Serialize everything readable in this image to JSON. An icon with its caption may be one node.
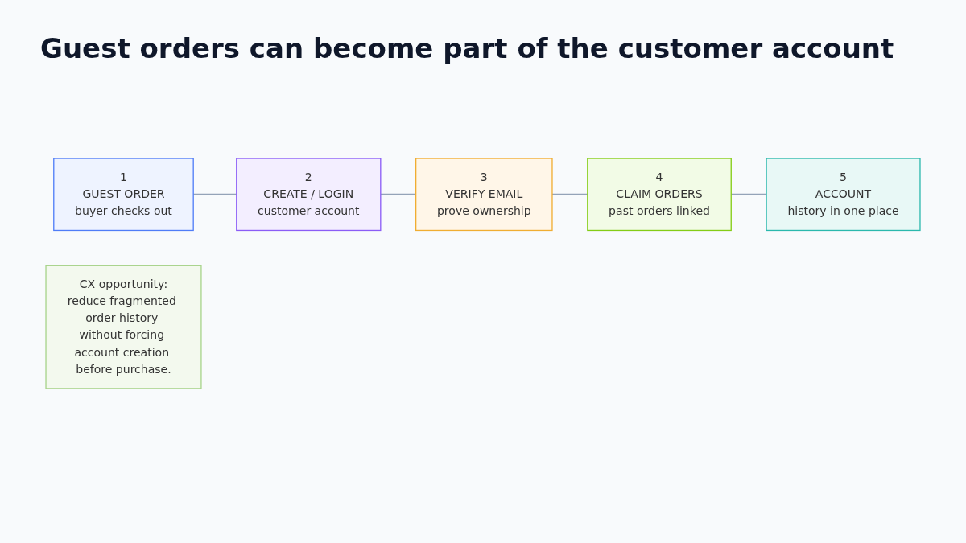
{
  "diagram": {
    "title": "Guest orders can become part of the customer account",
    "nodes": [
      {
        "text": [
          "1",
          "GUEST ORDER",
          "buyer checks out"
        ]
      },
      {
        "text": [
          "2",
          "CREATE / LOGIN",
          "customer account"
        ]
      },
      {
        "text": [
          "3",
          "VERIFY EMAIL",
          "prove ownership"
        ]
      },
      {
        "text": [
          "4",
          "CLAIM ORDERS",
          "past orders linked"
        ]
      },
      {
        "text": [
          "5",
          "ACCOUNT",
          "history in one place"
        ]
      },
      {
        "text": [
          "CX opportunity:",
          "reduce fragmented order history without forcing account creation before purchase."
        ]
      }
    ],
    "edges": [
      {
        "from": 0,
        "to": 1,
        "arrow": "none"
      },
      {
        "from": 1,
        "to": 2,
        "arrow": "none"
      },
      {
        "from": 2,
        "to": 3,
        "arrow": "none"
      },
      {
        "from": 3,
        "to": 4,
        "arrow": "none"
      }
    ]
  }
}
